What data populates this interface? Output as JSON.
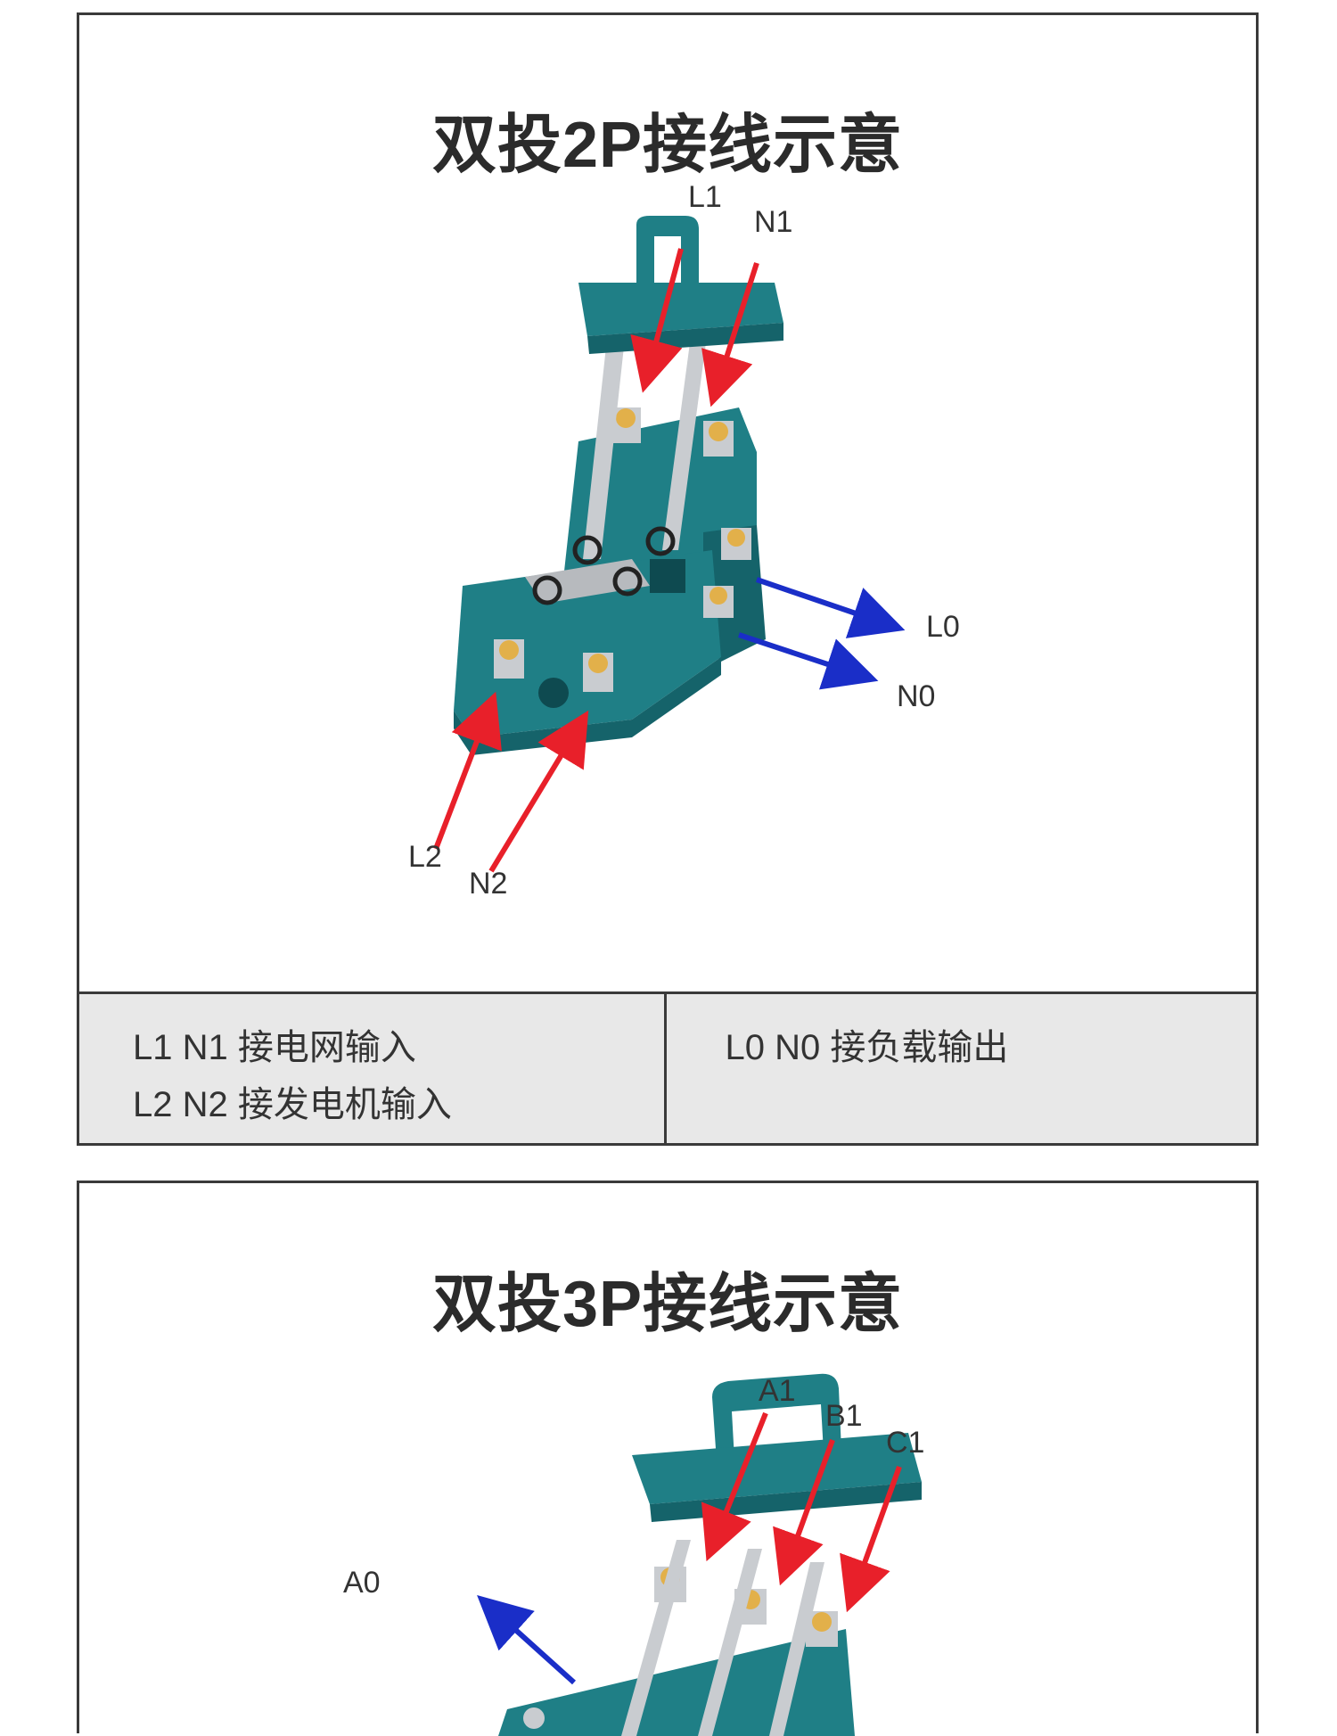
{
  "panel_2p": {
    "title": "双投2P接线示意",
    "labels": {
      "l1": "L1",
      "n1": "N1",
      "l0": "L0",
      "n0": "N0",
      "l2": "L2",
      "n2": "N2"
    },
    "legend": {
      "left_line1": "L1 N1 接电网输入",
      "left_line2": "L2 N2 接发电机输入",
      "right_line1": "L0 N0 接负载输出"
    }
  },
  "panel_3p": {
    "title": "双投3P接线示意",
    "labels": {
      "a1": "A1",
      "b1": "B1",
      "c1": "C1",
      "a0": "A0"
    }
  },
  "colors": {
    "body_teal": "#1f7f86",
    "body_teal_dark": "#15636a",
    "input_arrow": "#e8202a",
    "output_arrow": "#1a2ec8",
    "metal": "#c9ccd0",
    "legend_bg": "#e8e8e8",
    "border": "#3a3a3a"
  }
}
